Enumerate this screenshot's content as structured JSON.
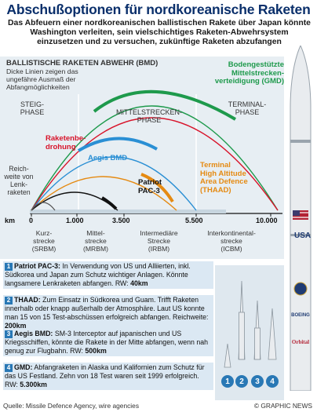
{
  "title": "Abschußoptionen für nordkoreanische Raketen",
  "subtitle": "Das Abfeuern einer nordkoreanischen ballistischen Rakete über Japan könnte Washington verleiten, sein vielschichtiges Raketen-Abwehrsystem einzusetzen und zu versuchen, zukünftige Raketen abzufangen",
  "diagram": {
    "heading": "BALLISTISCHE RAKETEN ABWEHR (BMD)",
    "note": "Dicke Linien zeigen das ungefähre Ausmaß der Abfangmöglichkeiten",
    "phases": {
      "steig_1": "STEIG-",
      "steig_2": "PHASE",
      "mittel_1": "MITTELSTRECKEN-",
      "mittel_2": "PHASE",
      "terminal_1": "TERMINAL-",
      "terminal_2": "PHASE"
    },
    "gmd_1": "Bodengestützte",
    "gmd_2": "Mittelstrecken-",
    "gmd_3": "verteidigung (GMD)",
    "thaad_1": "Terminal",
    "thaad_2": "High Altitude",
    "thaad_3": "Area Defence",
    "thaad_4": "(THAAD)",
    "raketen_1": "Raketenbe-",
    "raketen_2": "drohung",
    "aegis": "Aegis BMD",
    "reich_1": "Reich-",
    "reich_2": "weite von",
    "reich_3": "Lenk-",
    "reich_4": "raketen",
    "patriot_1": "Patriot",
    "patriot_2": "PAC-3",
    "km": "km",
    "ticks": [
      "0",
      "1.000",
      "3.500",
      "5.500",
      "10.000"
    ],
    "ranges": [
      {
        "l1": "Kurz-",
        "l2": "strecke",
        "l3": "(SRBM)"
      },
      {
        "l1": "Mittel-",
        "l2": "strecke",
        "l3": "(MRBM)"
      },
      {
        "l1": "Intermediäre",
        "l2": "Strecke",
        "l3": "(IRBM)"
      },
      {
        "l1": "Interkontinental-",
        "l2": "strecke",
        "l3": "(ICBM)"
      }
    ],
    "colors": {
      "gmd": "#1e9a4c",
      "thaad": "#e58a12",
      "threat": "#d8132a",
      "aegis": "#2a8fd4",
      "patriot": "#111111",
      "accent": "#2978b5"
    }
  },
  "rocket": {
    "usa": "USA"
  },
  "boxes": [
    {
      "num": "1",
      "name": "Patriot PAC-3:",
      "text": "In Verwendung von US und Alliierten, inkl. Südkorea und Japan zum Schutz wichtiger Anlagen. Könnte langsamere Lenkraketen abfangen. RW:",
      "rw": "40km"
    },
    {
      "num": "2",
      "name": "THAAD:",
      "text": "Zum Einsatz in Südkorea und Guam. Trifft Raketen innerhalb oder knapp außerhalb der Atmosphäre. Laut US konnte man 15 von 15 Test-abschüssen erfolgreich abfangen. Reichweite:",
      "rw": "200km"
    },
    {
      "num": "3",
      "name": "Aegis BMD:",
      "text": "SM-3 Interceptor auf japanischen und US Kriegsschiffen, könnte die Rakete in der Mitte abfangen, wenn nah genug zur Flugbahn. RW:",
      "rw": "500km"
    },
    {
      "num": "4",
      "name": "GMD:",
      "text": "Abfangraketen in Alaska und Kalifornien zum Schutz für das US Festland. Zehn von 18 Test waren seit 1999 erfolgreich. RW:",
      "rw": "5.300km"
    }
  ],
  "missile_nums": [
    "1",
    "2",
    "3",
    "4"
  ],
  "source": "Quelle: Missile Defence Agency, wire agencies",
  "credit": "© GRAPHIC NEWS"
}
